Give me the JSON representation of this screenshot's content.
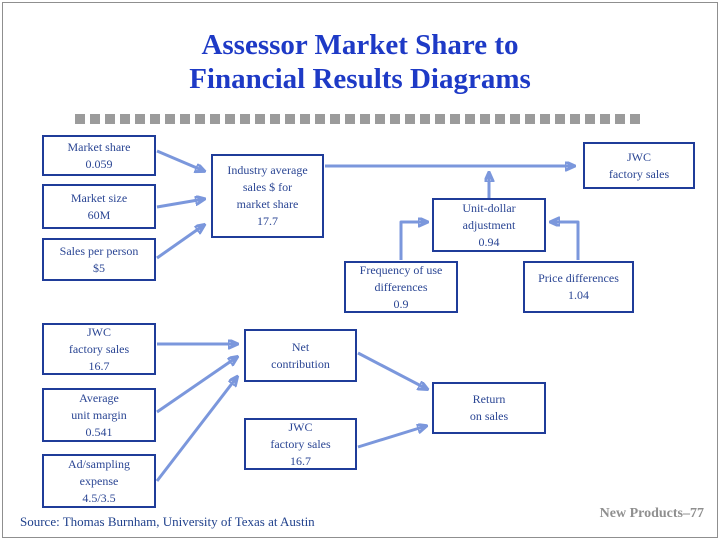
{
  "slide": {
    "title": "Assessor Market Share to\nFinancial Results Diagrams",
    "footer_source": "Source: Thomas Burnham, University of Texas at Austin",
    "footer_page": "New Products–77"
  },
  "nodes": {
    "market_share": {
      "label": "Market share\n0.059"
    },
    "market_size": {
      "label": "Market size\n60M"
    },
    "sales_per_person": {
      "label": "Sales per person\n$5"
    },
    "jwc_factory_sales_left": {
      "label": "JWC\nfactory sales\n16.7"
    },
    "average_unit_margin": {
      "label": "Average\nunit margin\n0.541"
    },
    "ad_sampling_expense": {
      "label": "Ad/sampling\nexpense\n4.5/3.5"
    },
    "industry_average": {
      "label": "Industry average\nsales $ for\nmarket share\n17.7"
    },
    "net_contribution": {
      "label": "Net\ncontribution"
    },
    "jwc_factory_sales_mid": {
      "label": "JWC\nfactory sales\n16.7"
    },
    "jwc_factory_sales_top": {
      "label": "JWC\nfactory sales"
    },
    "unit_dollar_adjustment": {
      "label": "Unit-dollar\nadjustment\n0.94"
    },
    "frequency_of_use": {
      "label": "Frequency of use\ndifferences\n0.9"
    },
    "price_differences": {
      "label": "Price differences\n1.04"
    },
    "return_on_sales": {
      "label": "Return\non sales"
    }
  },
  "edges": [
    {
      "from": "market_share",
      "to": "industry_average"
    },
    {
      "from": "market_size",
      "to": "industry_average"
    },
    {
      "from": "sales_per_person",
      "to": "industry_average"
    },
    {
      "from": "industry_average",
      "to": "jwc_factory_sales_top"
    },
    {
      "from": "unit_dollar_adjustment",
      "to": "jwc_factory_sales_top"
    },
    {
      "from": "frequency_of_use",
      "to": "unit_dollar_adjustment"
    },
    {
      "from": "price_differences",
      "to": "unit_dollar_adjustment"
    },
    {
      "from": "jwc_factory_sales_left",
      "to": "net_contribution"
    },
    {
      "from": "average_unit_margin",
      "to": "net_contribution"
    },
    {
      "from": "ad_sampling_expense",
      "to": "net_contribution"
    },
    {
      "from": "net_contribution",
      "to": "return_on_sales"
    },
    {
      "from": "jwc_factory_sales_mid",
      "to": "return_on_sales"
    }
  ],
  "colors": {
    "title_blue": "#1e3ac6",
    "box_border": "#1f3c99",
    "box_text": "#2b4694",
    "arrow": "#7b97dc",
    "dash_gray": "#9b9b9b",
    "source_navy": "#20418c",
    "page_gray": "#8f8f8f"
  }
}
